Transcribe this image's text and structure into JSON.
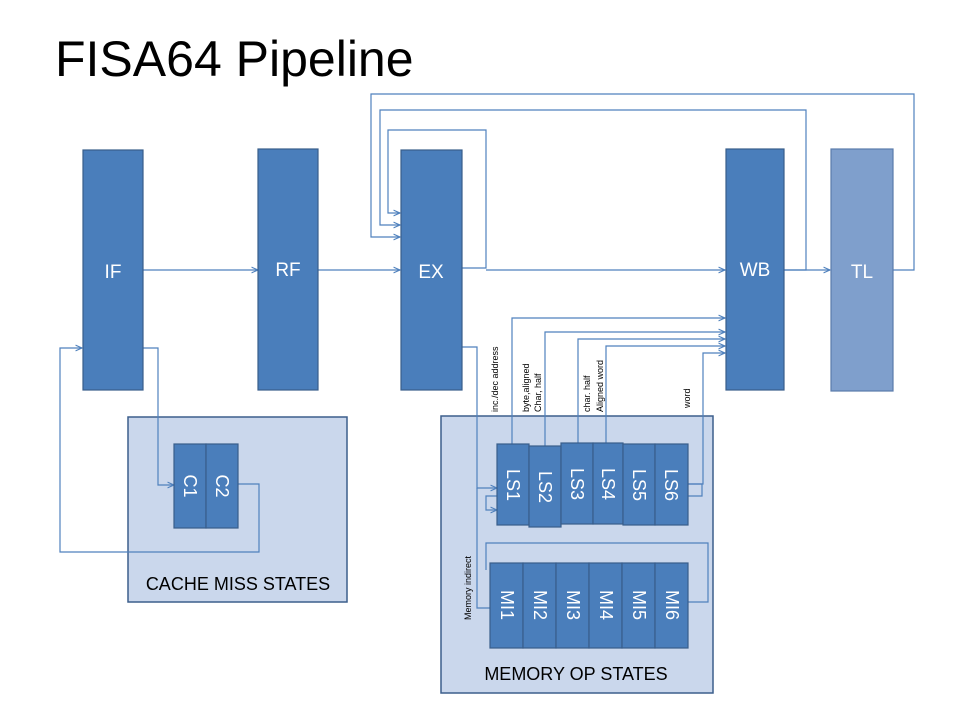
{
  "title": "FISA64 Pipeline",
  "colors": {
    "stage_fill": "#4a7ebb",
    "stage_stroke": "#385d8a",
    "tl_fill": "#7f9fcc",
    "group_fill": "#cad7ec",
    "group_stroke": "#3c5f8c",
    "wire": "#4f81bd",
    "stage_text": "#ffffff",
    "label_text": "#000000"
  },
  "stages": {
    "if": "IF",
    "rf": "RF",
    "ex": "EX",
    "wb": "WB",
    "tl": "TL"
  },
  "cache_group": {
    "label": "CACHE MISS STATES",
    "states": [
      "C1",
      "C2"
    ]
  },
  "memop_group": {
    "label": "MEMORY OP STATES",
    "ls_states": [
      "LS1",
      "LS2",
      "LS3",
      "LS4",
      "LS5",
      "LS6"
    ],
    "mi_states": [
      "MI1",
      "MI2",
      "MI3",
      "MI4",
      "MI5",
      "MI6"
    ]
  },
  "wire_labels": {
    "inc_dec": "inc./dec address",
    "byte_aligned": "byte,aligned",
    "char_half_a": "Char, half",
    "char_half_b": "char. half",
    "aligned_word": "Aligned word",
    "word": "word",
    "memory_indirect": "Memory indirect"
  }
}
